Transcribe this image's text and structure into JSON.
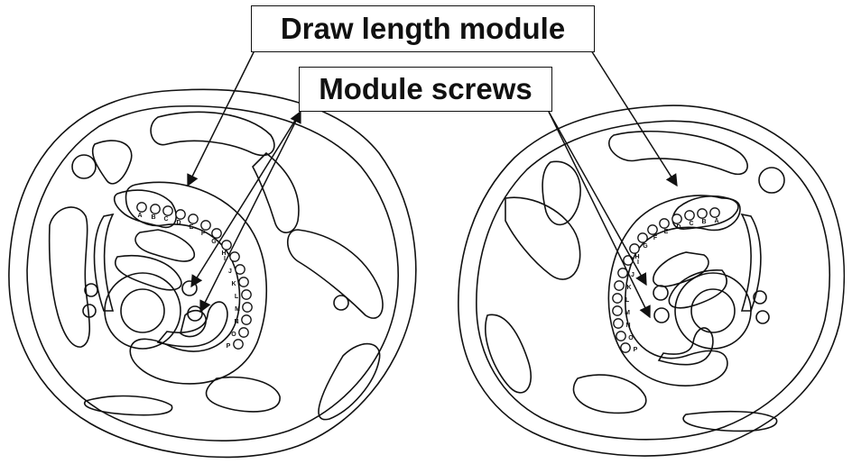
{
  "labels": {
    "draw_length_module": "Draw length module",
    "module_screws": "Module screws"
  },
  "left_cam_letters": [
    "A",
    "B",
    "C",
    "D",
    "E",
    "F",
    "G",
    "H",
    "I",
    "J",
    "K",
    "L",
    "M",
    "N",
    "O",
    "P"
  ],
  "right_cam_letters": [
    "A",
    "B",
    "C",
    "D",
    "E",
    "F",
    "G",
    "H",
    "I",
    "J",
    "K",
    "L",
    "M",
    "N",
    "O",
    "P"
  ],
  "colors": {
    "line": "#111111",
    "background": "#ffffff"
  }
}
